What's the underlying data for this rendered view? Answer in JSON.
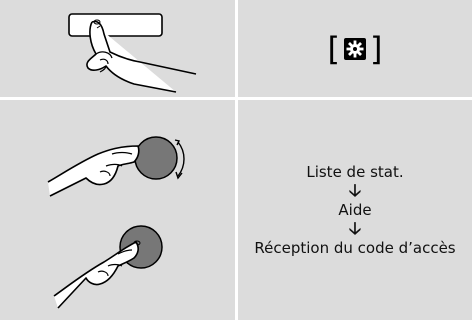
{
  "top_right": {
    "open_bracket": "[",
    "close_bracket": "]"
  },
  "bottom_right": {
    "items": [
      "Liste de stat.",
      "Aide",
      "Réception du code d’accès"
    ],
    "arrow": "🡣"
  }
}
